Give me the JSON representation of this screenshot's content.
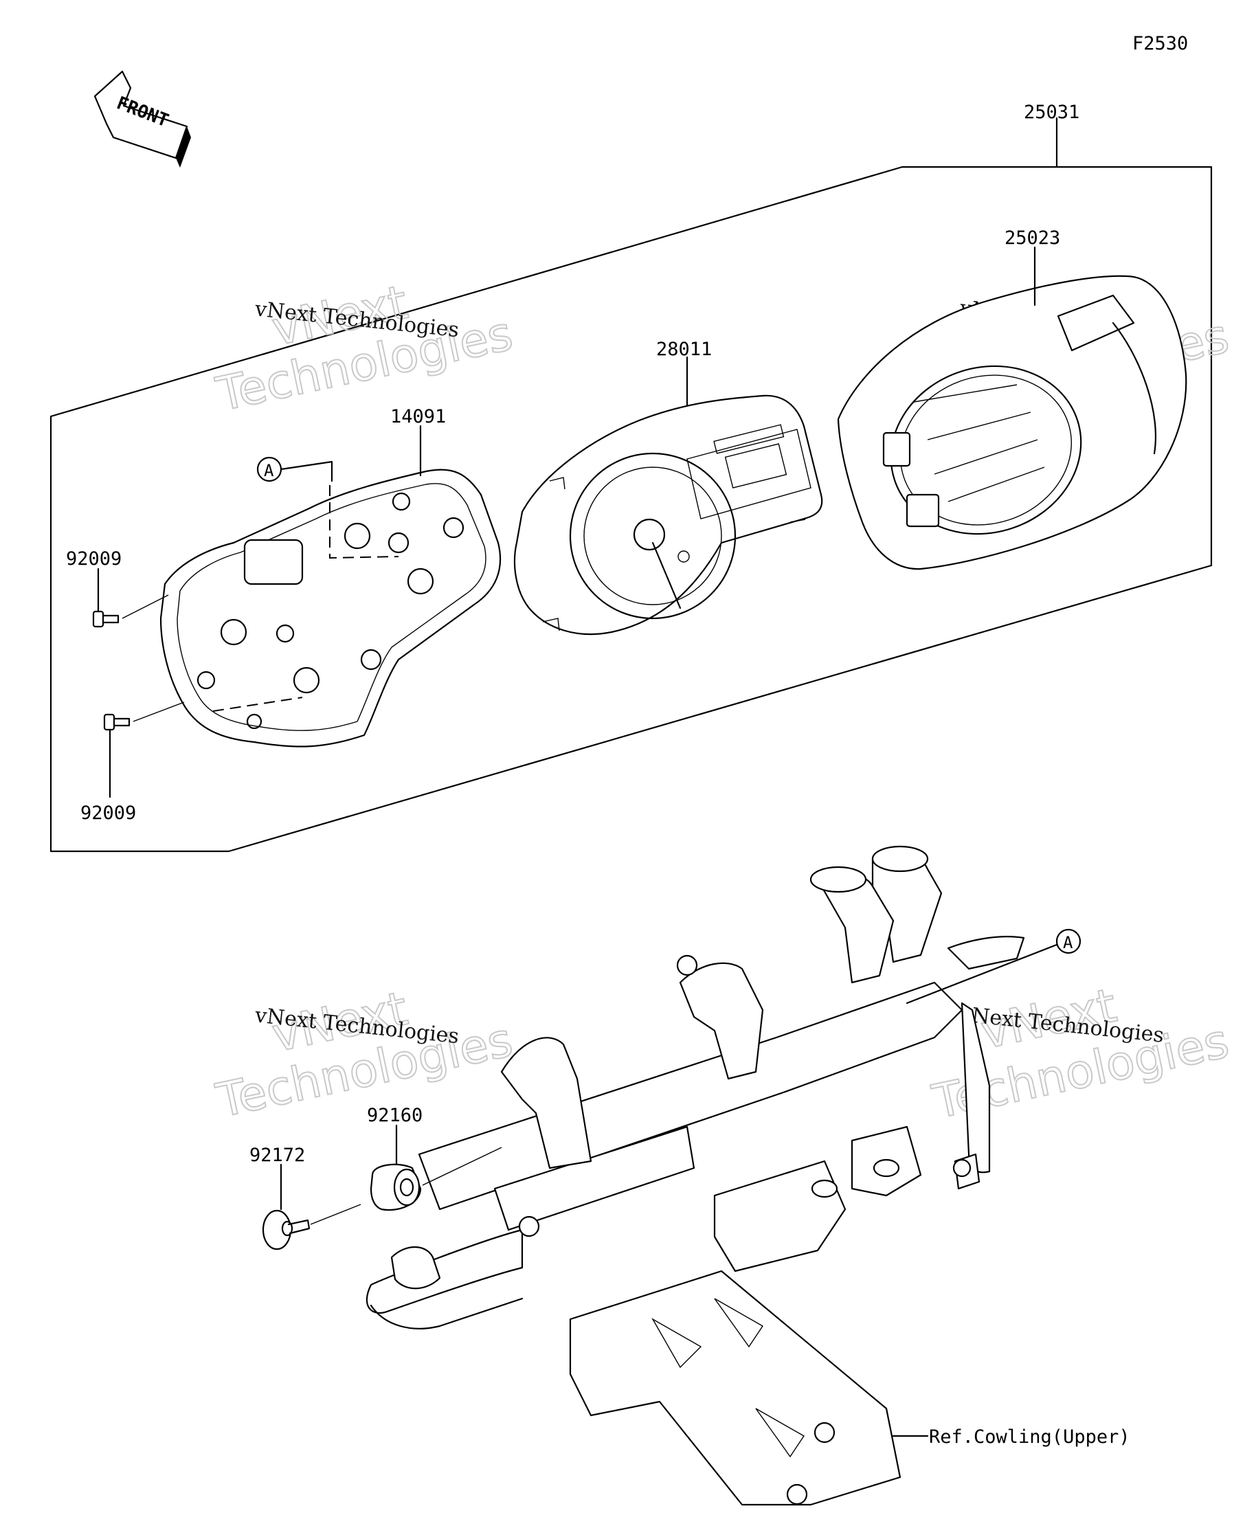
{
  "figure_code": "F2530",
  "front_arrow_label": "FRONT",
  "ref_label": "Ref.Cowling(Upper)",
  "callout": "A",
  "watermark": {
    "line1": "vNext Technologies",
    "big_top": "vNext",
    "big_bottom": "Technologies"
  },
  "parts": [
    {
      "number": "25031"
    },
    {
      "number": "25023"
    },
    {
      "number": "28011"
    },
    {
      "number": "14091"
    },
    {
      "number": "92009"
    },
    {
      "number": "92009"
    },
    {
      "number": "92160"
    },
    {
      "number": "92172"
    }
  ]
}
